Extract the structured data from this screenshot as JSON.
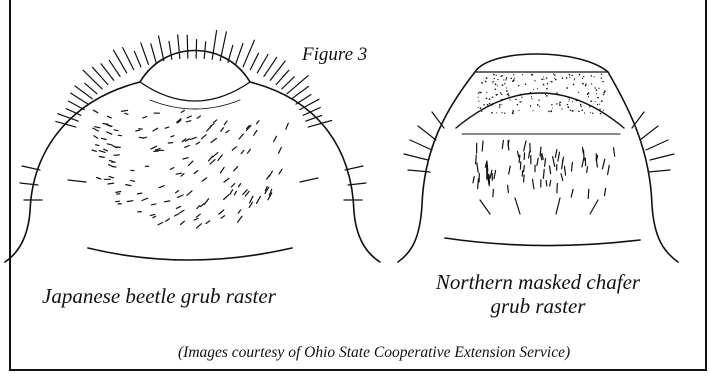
{
  "figure": {
    "title": "Figure 3",
    "credit": "(Images courtesy of Ohio State Cooperative Extension Service)"
  },
  "panels": [
    {
      "caption": "Japanese beetle grub raster"
    },
    {
      "caption_line1": "Northern masked chafer",
      "caption_line2": "grub raster"
    }
  ],
  "colors": {
    "ink": "#111111",
    "background": "#ffffff"
  }
}
